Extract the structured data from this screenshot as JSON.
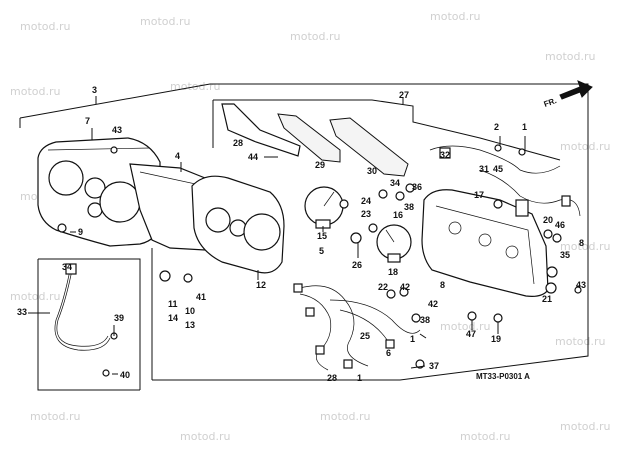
{
  "watermark": "motod.ru",
  "diagram_code": "MT33-P0301 A",
  "front_arrow_label": "FR.",
  "callouts": {
    "c1": "1",
    "c2": "2",
    "c3": "3",
    "c4": "4",
    "c5": "5",
    "c6": "6",
    "c7": "7",
    "c8": "8",
    "c8b": "8",
    "c9": "9",
    "c10": "10",
    "c11": "11",
    "c12": "12",
    "c13": "13",
    "c14": "14",
    "c15": "15",
    "c16": "16",
    "c17": "17",
    "c18": "18",
    "c19": "19",
    "c20": "20",
    "c21": "21",
    "c22": "22",
    "c23": "23",
    "c24": "24",
    "c25": "25",
    "c26": "26",
    "c27": "27",
    "c28": "28",
    "c28b": "28",
    "c29": "29",
    "c30": "30",
    "c31": "31",
    "c32": "32",
    "c33": "33",
    "c34": "34",
    "c35": "35",
    "c36": "36",
    "c37": "37",
    "c38": "38",
    "c38b": "38",
    "c39": "39",
    "c40": "40",
    "c41": "41",
    "c42": "42",
    "c42b": "42",
    "c43": "43",
    "c43b": "43",
    "c44": "44",
    "c45": "45",
    "c46": "46",
    "c47": "47",
    "c1b": "1",
    "c1c": "1"
  }
}
